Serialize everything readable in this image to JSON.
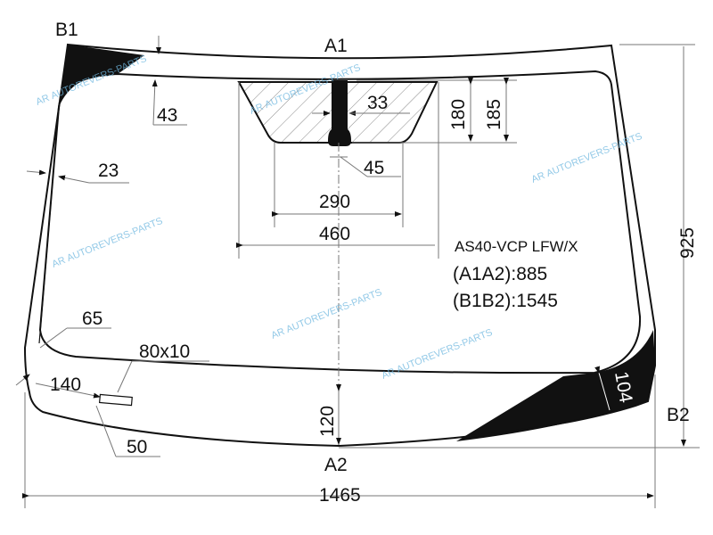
{
  "labels": {
    "b1": "B1",
    "a1": "A1",
    "a2": "A2",
    "b2": "B2",
    "model": "AS40-VCP LFW/X",
    "a1a2": "(A1A2):885",
    "b1b2": "(B1B2):1545"
  },
  "dimensions": {
    "top_band": "43",
    "stalk_width": "33",
    "sensor_height_inner": "180",
    "sensor_height_outer": "185",
    "side_band": "23",
    "stalk_base": "45",
    "sensor_bottom_width": "290",
    "sensor_top_width": "460",
    "overall_height": "925",
    "corner_radius": "65",
    "vin_window": "80x10",
    "vin_offset": "140",
    "b2_band": "104",
    "bottom_band": "120",
    "vin_bottom": "50",
    "overall_width": "1465"
  },
  "watermark": {
    "text": "AUTOREVERS-PARTS",
    "logo": "AR"
  },
  "colors": {
    "ink": "#111111",
    "dim": "#777777",
    "watermark": "#6fb8e0"
  }
}
